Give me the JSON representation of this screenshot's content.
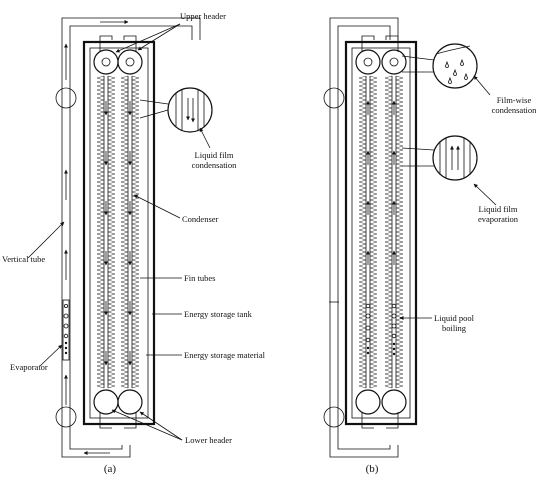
{
  "panel_a": {
    "caption": "(a)",
    "labels": {
      "upper_header": "Upper header",
      "liquid_film_condensation_1": "Liquid film",
      "liquid_film_condensation_2": "condensation",
      "condenser": "Condenser",
      "vertical_tube": "Vertical tube",
      "fin_tubes": "Fin tubes",
      "energy_storage_tank": "Energy storage tank",
      "energy_storage_material": "Energy storage material",
      "evaporator": "Evaporator",
      "lower_header": "Lower header"
    }
  },
  "panel_b": {
    "caption": "(b)",
    "labels": {
      "film_wise_condensation_1": "Film-wise",
      "film_wise_condensation_2": "condensation",
      "liquid_film_evaporation_1": "Liquid film",
      "liquid_film_evaporation_2": "evaporation",
      "liquid_pool_boiling_1": "Liquid pool",
      "liquid_pool_boiling_2": "boiling"
    }
  }
}
